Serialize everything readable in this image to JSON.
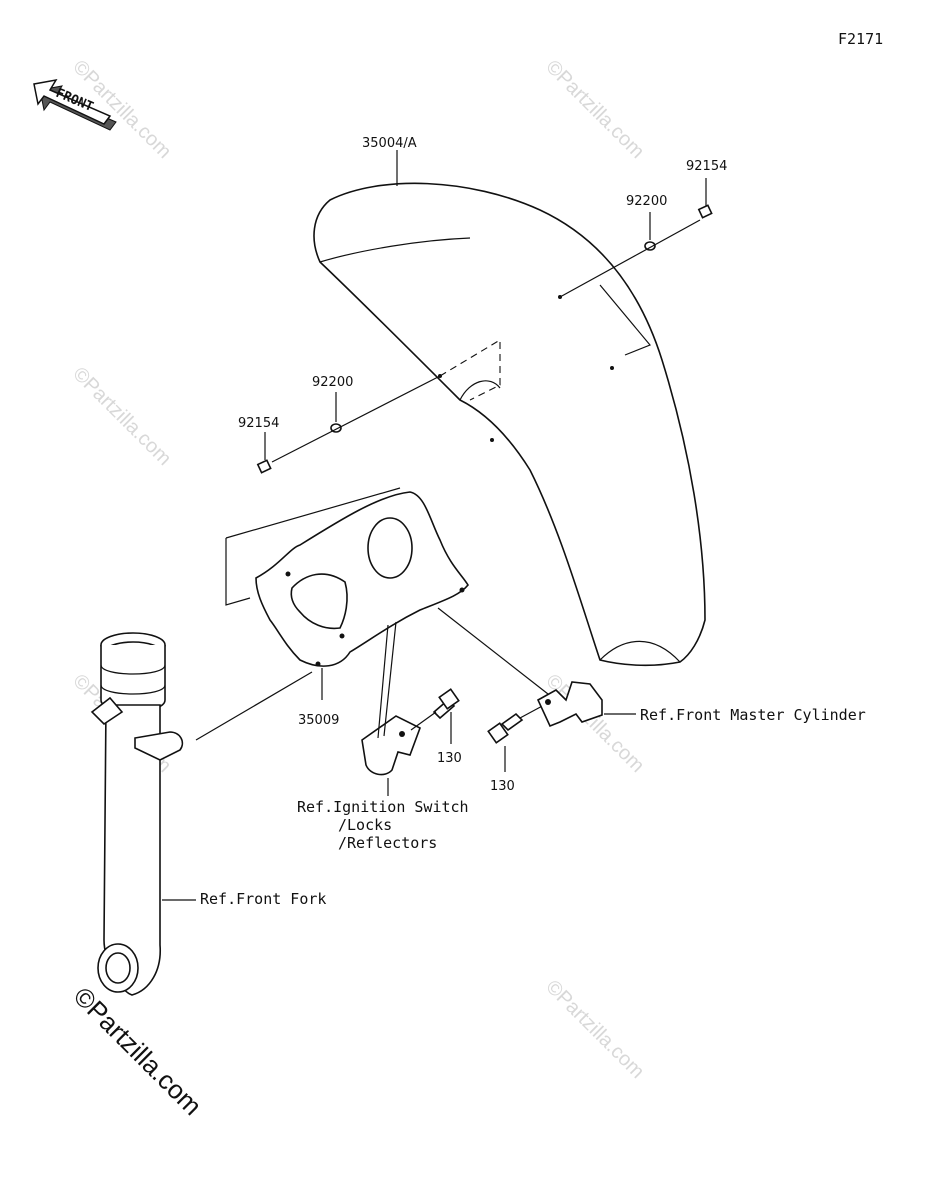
{
  "diagram_code": "F2171",
  "front_arrow_label": "FRONT",
  "watermark": "©Partzilla.com",
  "watermark_main": "©Partzilla.com",
  "parts": {
    "front_fender": "35004/A",
    "washer_right": "92200",
    "bolt_right": "92154",
    "washer_left": "92200",
    "bolt_left": "92154",
    "fender_bracket": "35009",
    "bolt_center": "130",
    "bolt_lower": "130"
  },
  "references": {
    "front_master_cylinder": "Ref.Front Master Cylinder",
    "ignition_switch_line1": "Ref.Ignition Switch",
    "ignition_switch_line2": "/Locks",
    "ignition_switch_line3": "/Reflectors",
    "front_fork": "Ref.Front Fork"
  }
}
